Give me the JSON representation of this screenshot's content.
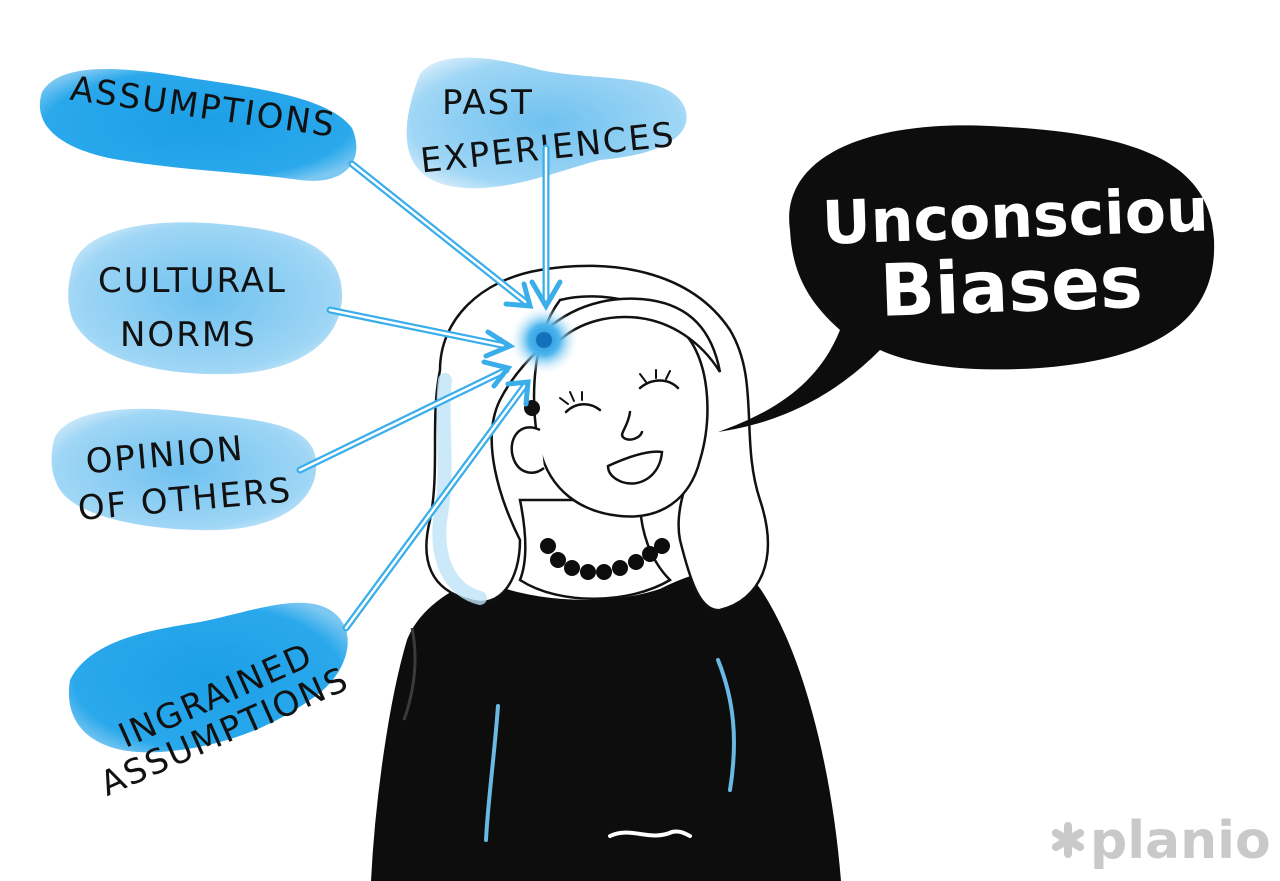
{
  "labels": {
    "assumptions": "ASSUMPTIONS",
    "past_line1": "PAST",
    "past_line2": "EXPERIENCES",
    "cultural_line1": "CULTURAL",
    "cultural_line2": "NORMS",
    "opinion_line1": "OPINION",
    "opinion_line2": "OF OTHERS",
    "ingrained_line1": "INGRAINED",
    "ingrained_line2": "ASSUMPTIONS"
  },
  "speech_bubble": {
    "line1": "Unconscious",
    "line2": "Biases"
  },
  "logo": {
    "text": "planio",
    "icon": "asterisk-icon"
  },
  "colors": {
    "blob_strong": "#1fa3e8",
    "blob_light": "#8fd0f4",
    "arrow": "#3aaeea",
    "ink": "#111111",
    "logo": "#c9c9c9"
  }
}
